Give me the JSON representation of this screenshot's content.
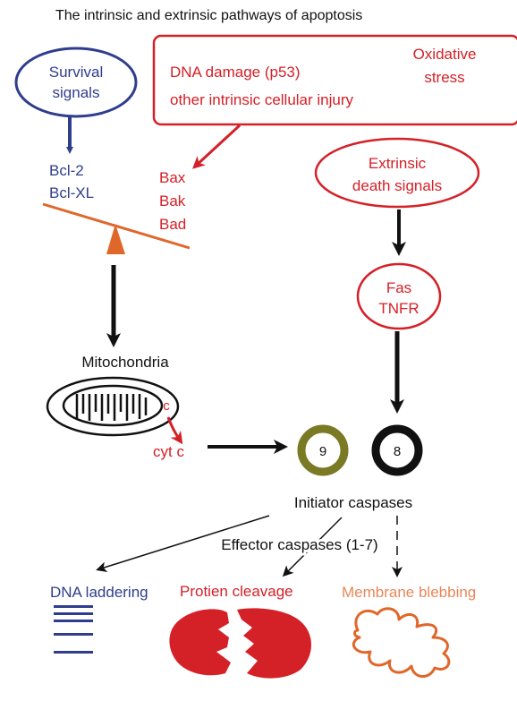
{
  "title": "The intrinsic and extrinsic pathways of apoptosis",
  "survival": {
    "line1": "Survival",
    "line2": "signals"
  },
  "intrinsic": {
    "line1": "DNA damage (p53)",
    "line2": "other intrinsic cellular injury",
    "stress1": "Oxidative",
    "stress2": "stress"
  },
  "bcl": {
    "a": "Bcl-2",
    "b": "Bcl-XL"
  },
  "pro": {
    "a": "Bax",
    "b": "Bak",
    "c": "Bad"
  },
  "extrinsic": {
    "line1": "Extrinsic",
    "line2": "death signals"
  },
  "receptor": {
    "line1": "Fas",
    "line2": "TNFR"
  },
  "mito": {
    "label": "Mitochondria",
    "c": "c",
    "cytc": "cyt c"
  },
  "caspase": {
    "nine": "9",
    "eight": "8",
    "initiator": "Initiator caspases",
    "effector": "Effector caspases (1-7)"
  },
  "outcomes": {
    "dna": "DNA laddering",
    "protein": "Protien cleavage",
    "membrane": "Membrane blebbing"
  },
  "colors": {
    "blue": "#2f3d8c",
    "red": "#d42027",
    "orange": "#e0672a",
    "olive": "#7a7a24",
    "salmon": "#e8875a",
    "black": "#111111"
  }
}
